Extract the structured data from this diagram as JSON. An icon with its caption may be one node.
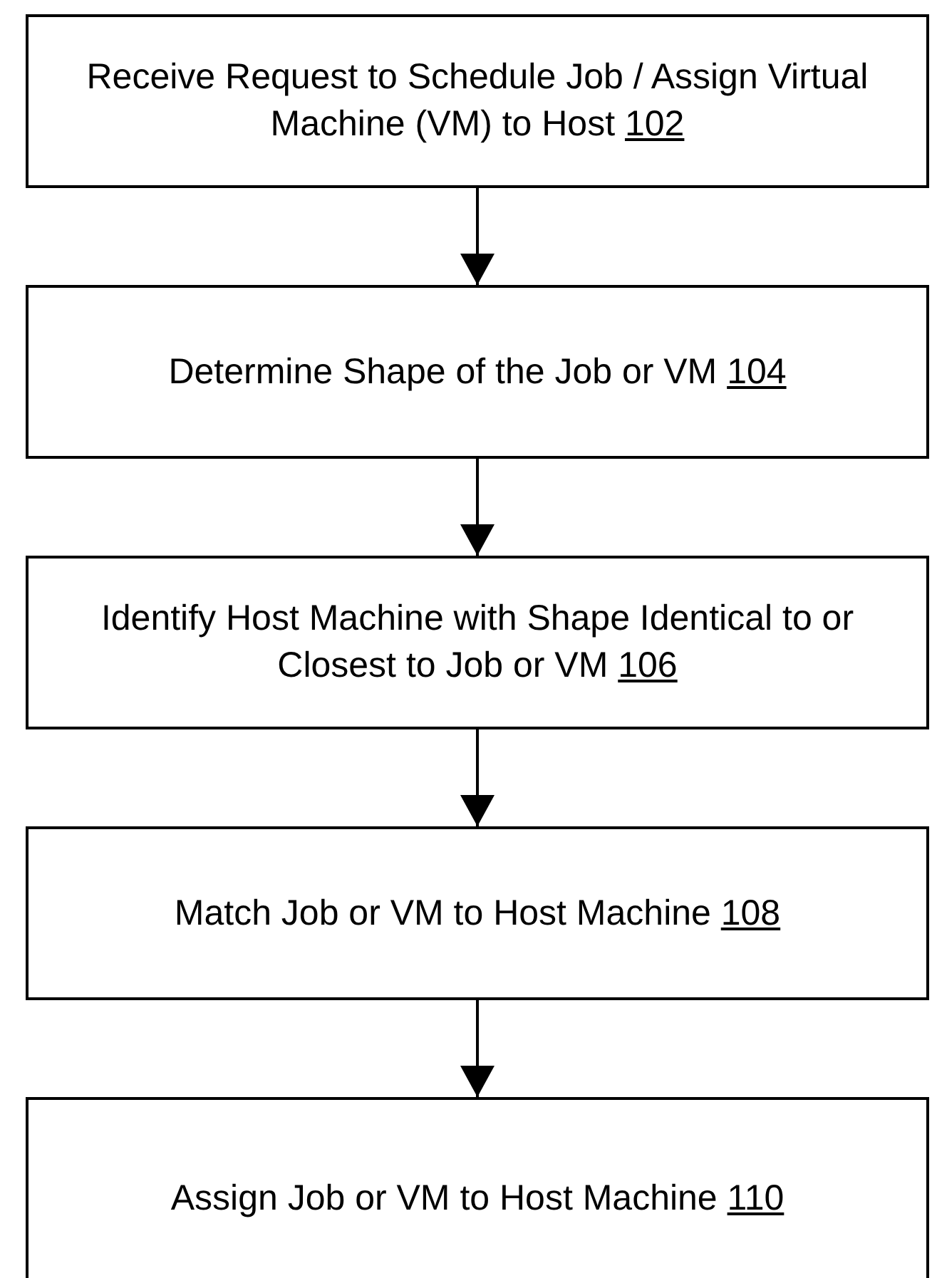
{
  "diagram": {
    "nodes": [
      {
        "text": [
          "Receive Request to Schedule Job / Assign Virtual Machine (VM) to Host 102"
        ]
      },
      {
        "text": [
          "Determine Shape of the Job or VM 104"
        ]
      },
      {
        "text": [
          "Identify Host Machine with Shape Identical to or Closest to Job or VM 106"
        ]
      },
      {
        "text": [
          "Match Job or VM to Host Machine 108"
        ]
      },
      {
        "text": [
          "Assign Job or VM to Host Machine 110"
        ]
      }
    ],
    "edges": [
      {
        "from": 0,
        "to": 1,
        "arrow": "to"
      },
      {
        "from": 1,
        "to": 2,
        "arrow": "to"
      },
      {
        "from": 2,
        "to": 3,
        "arrow": "to"
      },
      {
        "from": 3,
        "to": 4,
        "arrow": "to"
      }
    ]
  }
}
